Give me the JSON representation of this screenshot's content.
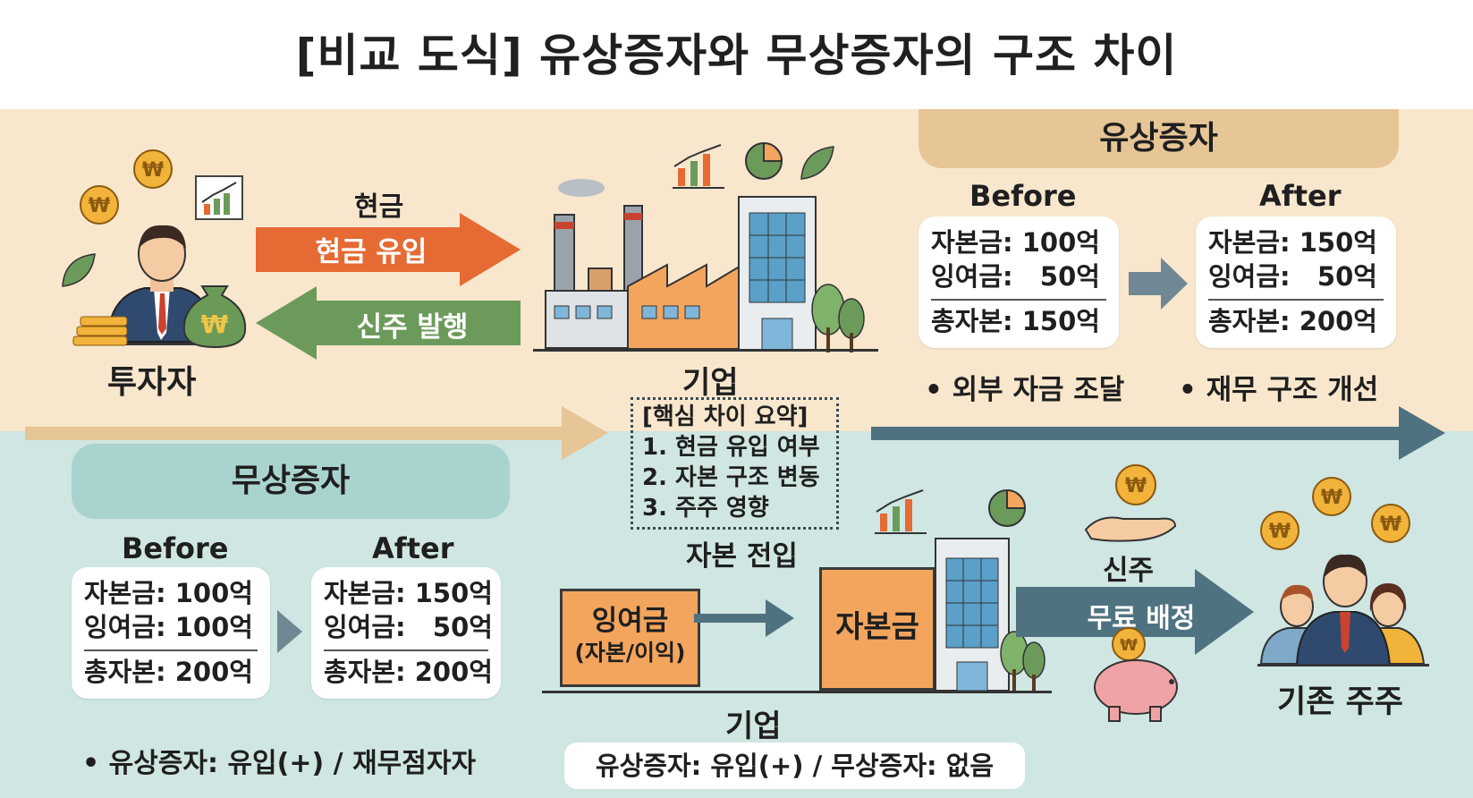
{
  "title": "[비교 도식] 유상증자와 무상증자의 구조 차이",
  "paid": {
    "tab": "유상증자",
    "investor_label": "투자자",
    "company_label": "기업",
    "cash_label": "현금",
    "arrow_in": "현금 유입",
    "arrow_out": "신주 발행",
    "before_label": "Before",
    "after_label": "After",
    "before": {
      "capital": "자본금: 100억",
      "surplus": "잉여금:   50억",
      "total": "총자본: 150억"
    },
    "after": {
      "capital": "자본금: 150억",
      "surplus": "잉여금:   50억",
      "total": "총자본: 200억"
    },
    "bullet1": "• 외부 자금 조달",
    "bullet2": "• 재무 구조 개선"
  },
  "summary": {
    "title": "[핵심 차이 요약]",
    "items": [
      "1. 현금 유입 여부",
      "2. 자본 구조 변동",
      "3. 주주 영향"
    ]
  },
  "free": {
    "tab": "무상증자",
    "before_label": "Before",
    "after_label": "After",
    "before": {
      "capital": "자본금: 100억",
      "surplus": "잉여금: 100억",
      "total": "총자본: 200억"
    },
    "after": {
      "capital": "자본금: 150억",
      "surplus": "잉여금:   50억",
      "total": "총자본: 200억"
    },
    "bullet": "• 유상증자: 유입(+) / 재무점자자",
    "transfer_label": "자본 전입",
    "surplus_block": "잉여금",
    "surplus_block_sub": "(자본/이익)",
    "capital_block": "자본금",
    "company_label": "기업",
    "new_shares_label": "신주",
    "free_allot": "무료 배정",
    "shareholders_label": "기존 주주",
    "bottom_note": "유상증자: 유입(+) / 무상증자: 없음"
  },
  "colors": {
    "top_band": "#f8e7cd",
    "bottom_band": "#cfe6e2",
    "cash_arrow": "#e56a34",
    "share_arrow": "#6c9a5b",
    "flow_top": "#e6c596",
    "flow_bottom": "#4f7280",
    "block": "#f3a55e"
  },
  "icons": [
    "won-coin-icon",
    "businessman-icon",
    "money-bag-icon",
    "factory-icon",
    "office-building-icon",
    "chart-icon",
    "pie-chart-icon",
    "hand-coin-icon",
    "piggy-bank-icon",
    "shareholders-icon",
    "tree-icon",
    "leaf-icon"
  ]
}
